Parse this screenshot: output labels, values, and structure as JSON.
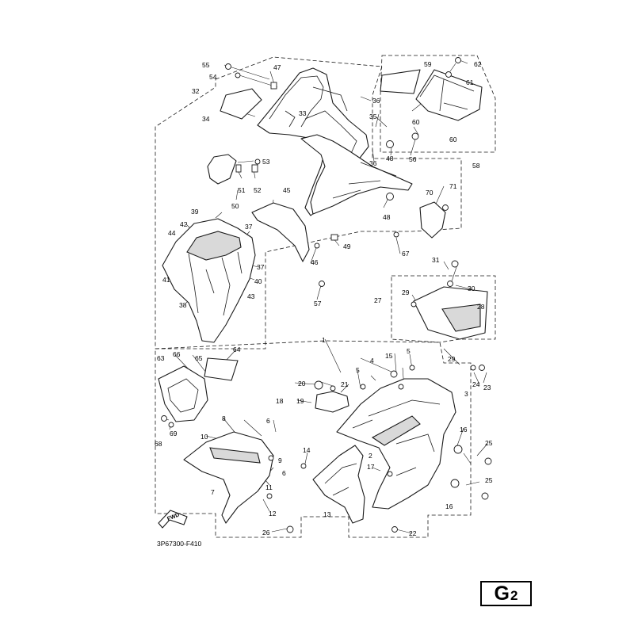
{
  "drawing_code": "3P67300-F410",
  "fwd_label": "FWD",
  "page_code": {
    "letter": "G",
    "number": "2"
  },
  "callouts": [
    "1",
    "2",
    "3",
    "4",
    "5",
    "5",
    "6",
    "6",
    "7",
    "8",
    "9",
    "10",
    "11",
    "12",
    "13",
    "14",
    "15",
    "16",
    "16",
    "17",
    "18",
    "19",
    "20",
    "21",
    "22",
    "23",
    "24",
    "25",
    "25",
    "26",
    "27",
    "28",
    "29",
    "29",
    "30",
    "31",
    "32",
    "33",
    "34",
    "35",
    "36",
    "36",
    "37",
    "37",
    "38",
    "39",
    "40",
    "41",
    "42",
    "43",
    "44",
    "45",
    "46",
    "47",
    "48",
    "48",
    "49",
    "50",
    "51",
    "52",
    "53",
    "54",
    "55",
    "56",
    "57",
    "58",
    "59",
    "60",
    "60",
    "61",
    "62",
    "63",
    "64",
    "65",
    "66",
    "67",
    "68",
    "69",
    "70",
    "71"
  ]
}
